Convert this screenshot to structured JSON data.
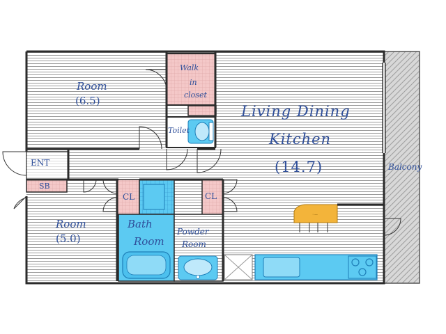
{
  "rooms": {
    "room_upper": {
      "name": "Room",
      "size": "(6.5)"
    },
    "walk_in_closet": {
      "line1": "Walk",
      "line2": "in",
      "line3": "closet"
    },
    "toilet": {
      "name": "Toilet"
    },
    "ldk": {
      "line1": "Living Dining",
      "line2": "Kitchen",
      "size": "(14.7)"
    },
    "entrance": {
      "name": "ENT"
    },
    "shoe_box": {
      "name": "SB"
    },
    "closet_left": {
      "name": "CL"
    },
    "closet_right": {
      "name": "CL"
    },
    "room_lower": {
      "name": "Room",
      "size": "(5.0)"
    },
    "bath": {
      "line1": "Bath",
      "line2": "Room"
    },
    "powder": {
      "line1": "Powder",
      "line2": "Room"
    },
    "balcony": {
      "name": "Balcony"
    }
  },
  "colors": {
    "wall": "#2b2b2b",
    "floor_stripe": "#9a9a9a",
    "closet_pink": "#f2c9c9",
    "fixture_cyan": "#56c8f0",
    "fixture_cyan_dark": "#1e7fb8",
    "label_blue": "#2f4f9a",
    "counter_orange": "#f3b43a",
    "balcony_gray": "#d4d4d4"
  }
}
